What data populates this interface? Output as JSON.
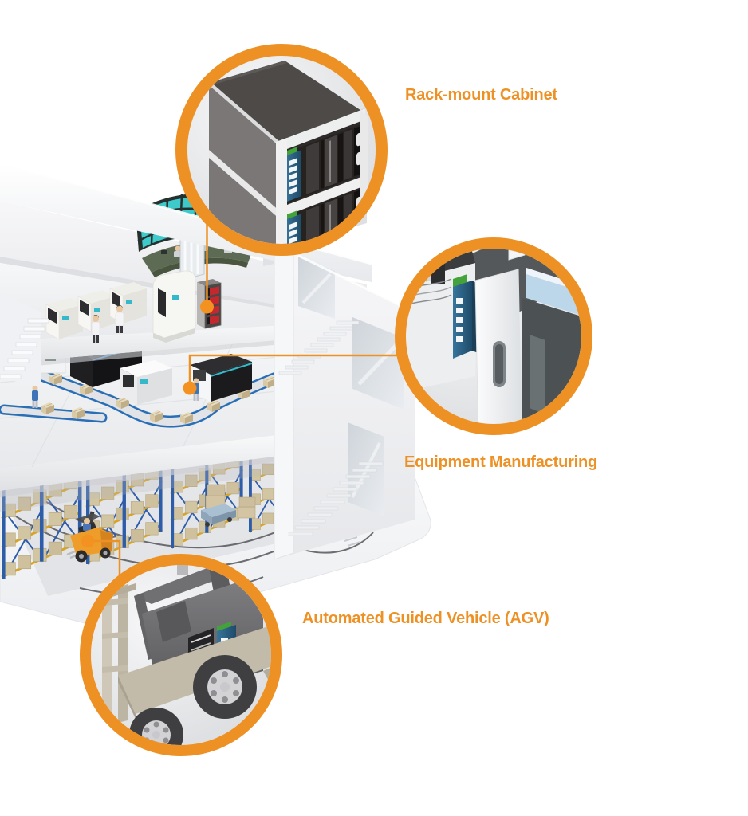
{
  "accent_color": "#EE9125",
  "callouts": [
    {
      "id": "rack-mount-cabinet",
      "label": "Rack-mount Cabinet"
    },
    {
      "id": "equipment-manufacturing",
      "label": "Equipment Manufacturing"
    },
    {
      "id": "automated-guided-vehicle",
      "label": "Automated Guided Vehicle (AGV)"
    }
  ],
  "palette": {
    "ring_orange": "#EE9125",
    "marker_orange": "#F39221",
    "video_wall_teal": "#3EC9CA",
    "conveyor_blue": "#2A6FB5",
    "rack_frame_blue": "#2D5CA8",
    "beam_yellow": "#D9A41F",
    "crate_tan": "#D2C5A2",
    "switch_blue": "#2F6F95",
    "switch_led_green": "#44A23A",
    "cabinet_dark": "#3A3634",
    "forklift_orange": "#EF9D2A",
    "console_green": "#5E6B54",
    "building_white": "#F4F5F7"
  },
  "scene": {
    "building": "three-floor smart factory cutaway",
    "floors": [
      {
        "name": "control-room-floor",
        "items": [
          "video-wall",
          "control-console",
          "smt-machines",
          "server-rack",
          "operators"
        ]
      },
      {
        "name": "production-floor",
        "items": [
          "conveyor-line",
          "carton-boxes",
          "packaging-machines",
          "workers"
        ]
      },
      {
        "name": "warehouse-floor",
        "items": [
          "pallet-racks",
          "guide-paths",
          "forklift",
          "agv-robot"
        ]
      }
    ]
  }
}
